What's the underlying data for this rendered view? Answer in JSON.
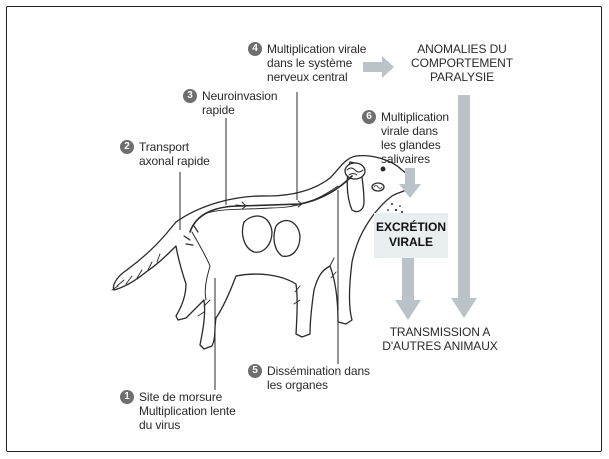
{
  "steps": [
    {
      "number": "1",
      "lines": [
        "Site de morsure",
        "Multiplication lente",
        "du virus"
      ]
    },
    {
      "number": "2",
      "lines": [
        "Transport",
        "axonal rapide"
      ]
    },
    {
      "number": "3",
      "lines": [
        "Neuroinvasion",
        "rapide"
      ]
    },
    {
      "number": "4",
      "lines": [
        "Multiplication virale",
        "dans le système",
        "nerveux central"
      ]
    },
    {
      "number": "5",
      "lines": [
        "Dissémination dans",
        "les organes"
      ]
    },
    {
      "number": "6",
      "lines": [
        "Multiplication",
        "virale dans",
        "les glandes",
        "salivaires"
      ]
    }
  ],
  "outcome_top": [
    "ANOMALIES DU",
    "COMPORTEMENT",
    "PARALYSIE"
  ],
  "excretion": [
    "EXCRÉTION",
    "VIRALE"
  ],
  "outcome_bottom": [
    "TRANSMISSION A",
    "D'AUTRES ANIMAUX"
  ],
  "colors": {
    "arrow_fill": "#b9c3c8",
    "badge": "#6e6e6e",
    "excretion_bg": "#e9eef0",
    "line": "#2a2a2a"
  }
}
